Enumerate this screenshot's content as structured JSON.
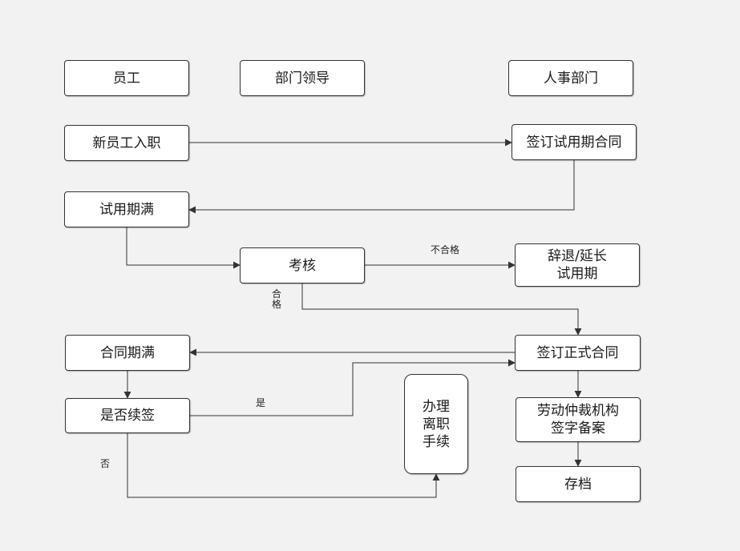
{
  "headers": {
    "employee": "员工",
    "dept_leader": "部门领导",
    "hr": "人事部门"
  },
  "nodes": {
    "onboard": "新员工入职",
    "probation_contract": "签订试用期合同",
    "probation_end": "试用期满",
    "assessment": "考核",
    "dismiss_extend": "辞退/延长\n试用期",
    "formal_contract": "签订正式合同",
    "contract_expire": "合同期满",
    "renew": "是否续签",
    "resign": "办理\n离职\n手续",
    "arbitration": "劳动仲裁机构\n签字备案",
    "archive": "存档"
  },
  "edge_labels": {
    "fail": "不合格",
    "pass": "合\n格",
    "yes": "是",
    "no": "否"
  },
  "colors": {
    "line": "#333333",
    "background": "#f2f2f2",
    "node_fill": "#ffffff"
  }
}
